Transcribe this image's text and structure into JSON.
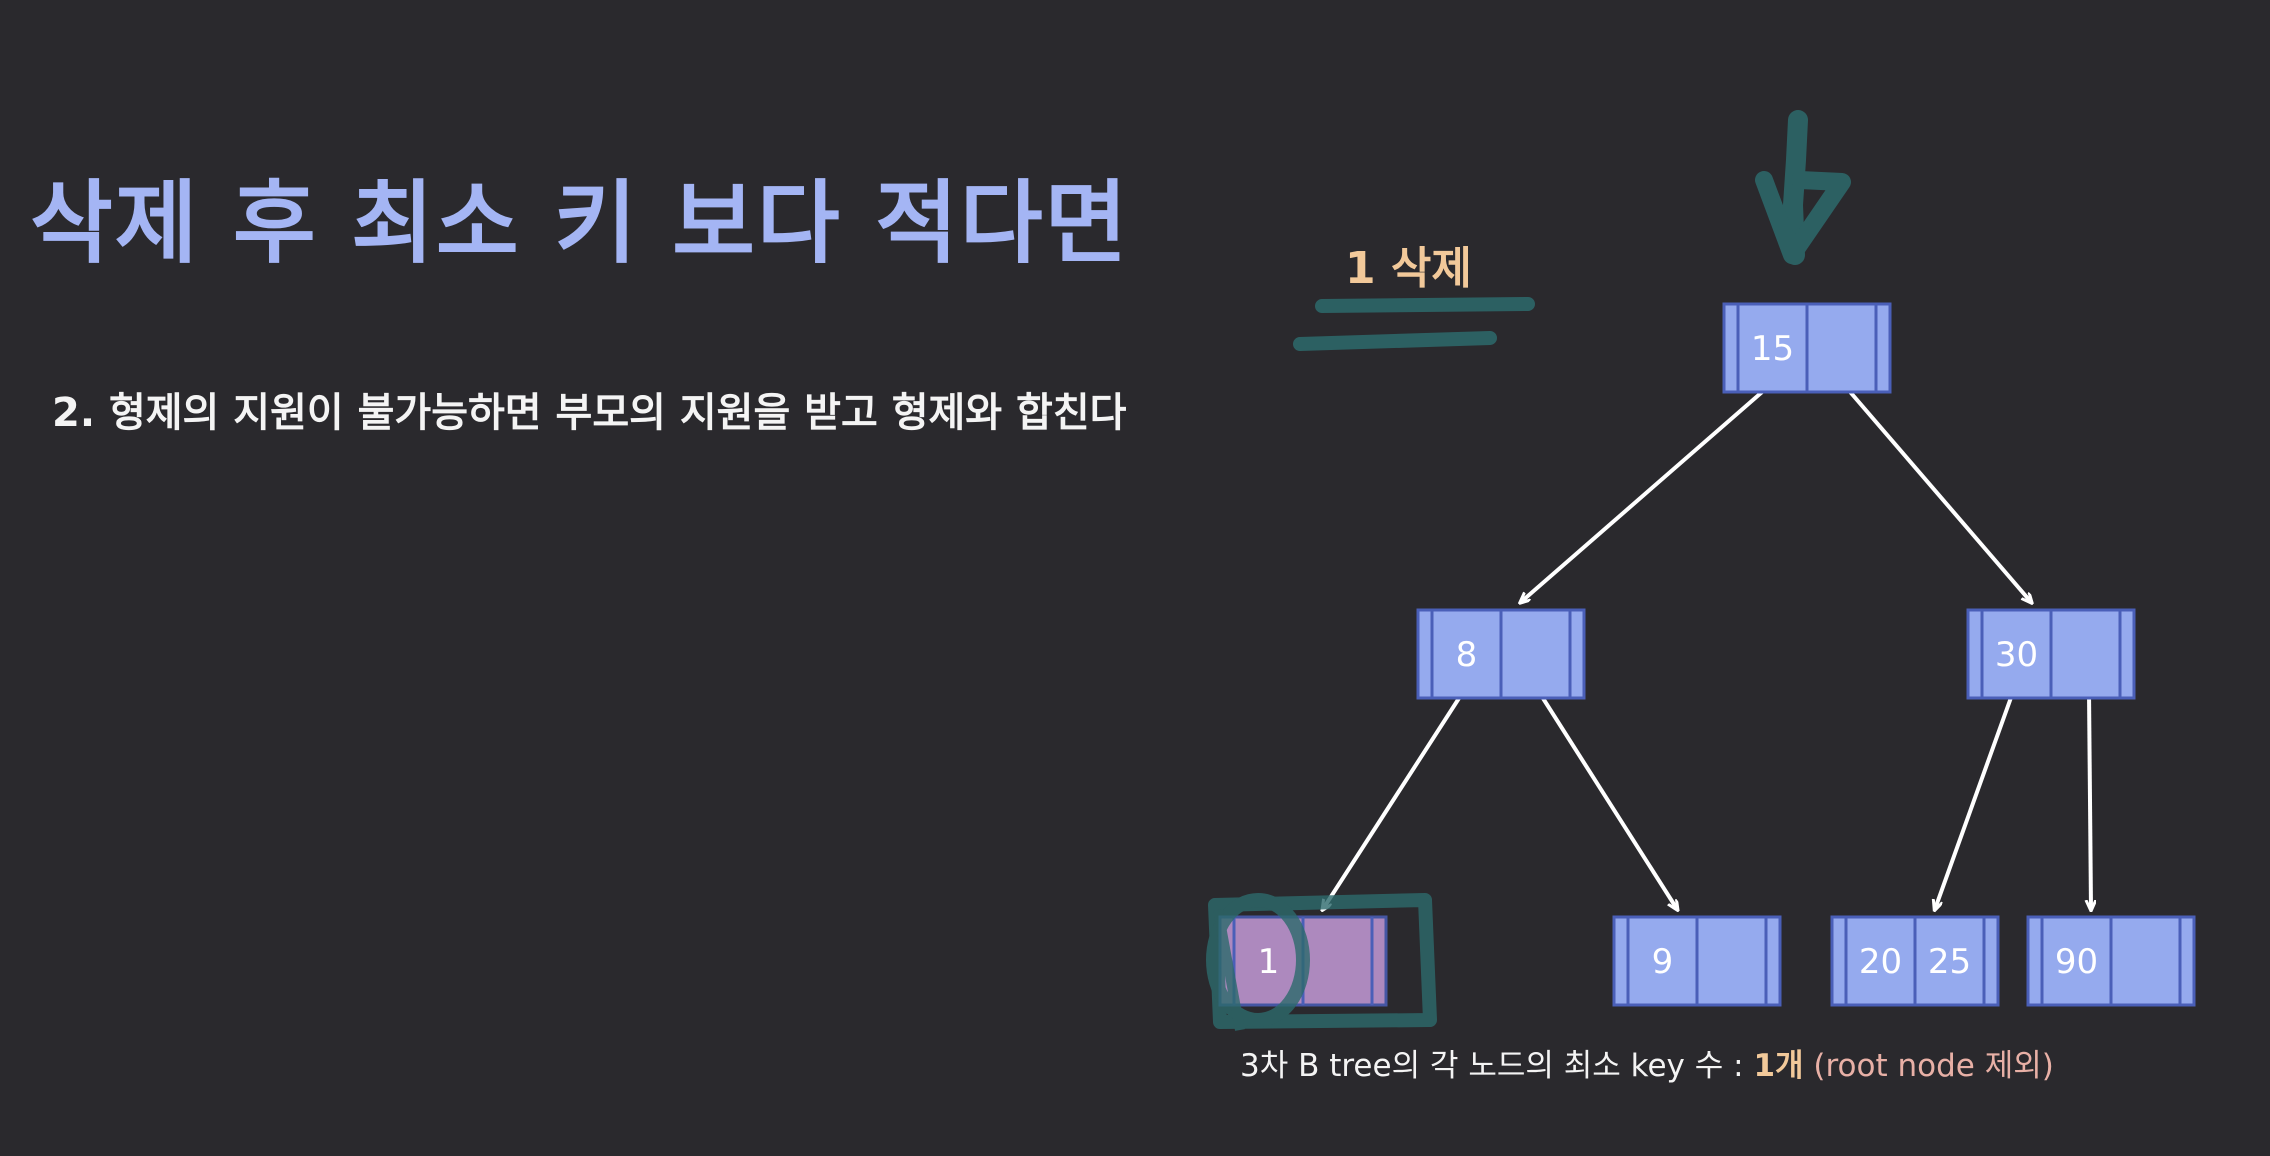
{
  "slide": {
    "title": "삭제 후 최소 키 보다 적다면",
    "subtitle": "2. 형제의 지원이 불가능하면 부모의 지원을 받고 형제와 합친다",
    "annotation": "1 삭제",
    "note": {
      "prefix": "3차 B tree의 각 노드의 최소 key 수 : ",
      "count": "1개",
      "paren": "(root node 제외)"
    }
  },
  "tree": {
    "nodes": [
      {
        "id": "root",
        "keys": [
          "15",
          ""
        ]
      },
      {
        "id": "left",
        "keys": [
          "8",
          ""
        ]
      },
      {
        "id": "right",
        "keys": [
          "30",
          ""
        ]
      },
      {
        "id": "leaf-1",
        "keys": [
          "1",
          ""
        ],
        "highlighted": true
      },
      {
        "id": "leaf-9",
        "keys": [
          "9",
          ""
        ]
      },
      {
        "id": "leaf-20-25",
        "keys": [
          "20",
          "25"
        ]
      },
      {
        "id": "leaf-90",
        "keys": [
          "90",
          ""
        ]
      }
    ],
    "edges": [
      [
        "root",
        "left"
      ],
      [
        "root",
        "right"
      ],
      [
        "left",
        "leaf-1"
      ],
      [
        "left",
        "leaf-9"
      ],
      [
        "right",
        "leaf-20-25"
      ],
      [
        "right",
        "leaf-90"
      ]
    ]
  },
  "colors": {
    "background": "#2a292d",
    "title": "#a4b5f4",
    "node_fill": "#95aaee",
    "node_border": "#4a5fb8",
    "highlight_fill": "#c59ad8",
    "marker": "#2d6a6c",
    "accent": "#f2c99a"
  }
}
